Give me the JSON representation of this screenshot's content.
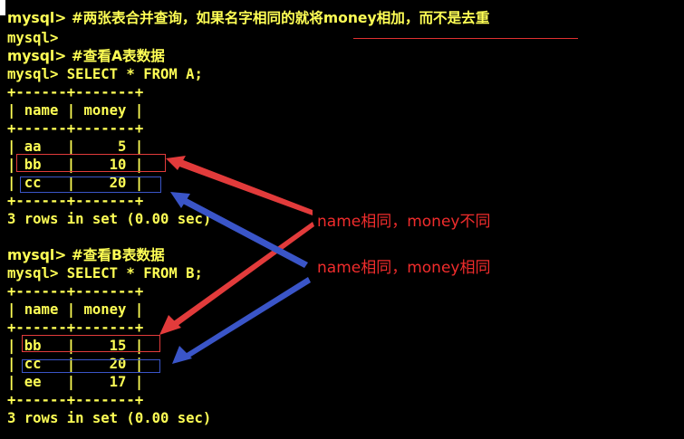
{
  "terminal": {
    "lines": [
      "mysql> #两张表合并查询，如果名字相同的就将money相加，而不是去重",
      "mysql>",
      "mysql> #查看A表数据",
      "mysql> SELECT * FROM A;",
      "+------+-------+",
      "| name | money |",
      "+------+-------+",
      "| aa   |     5 |",
      "| bb   |    10 |",
      "| cc   |    20 |",
      "+------+-------+",
      "3 rows in set (0.00 sec)",
      "",
      "mysql> #查看B表数据",
      "mysql> SELECT * FROM B;",
      "+------+-------+",
      "| name | money |",
      "+------+-------+",
      "| bb   |    15 |",
      "| cc   |    20 |",
      "| ee   |    17 |",
      "+------+-------+",
      "3 rows in set (0.00 sec)"
    ]
  },
  "annotations": {
    "money_differs": "name相同，money不同",
    "money_same": "name相同，money相同"
  },
  "colors": {
    "background": "#000000",
    "terminal_text": "#ffff55",
    "annotation_red": "#f02c2c",
    "arrow_red": "#e23b3b",
    "arrow_blue": "#3a55c8"
  }
}
